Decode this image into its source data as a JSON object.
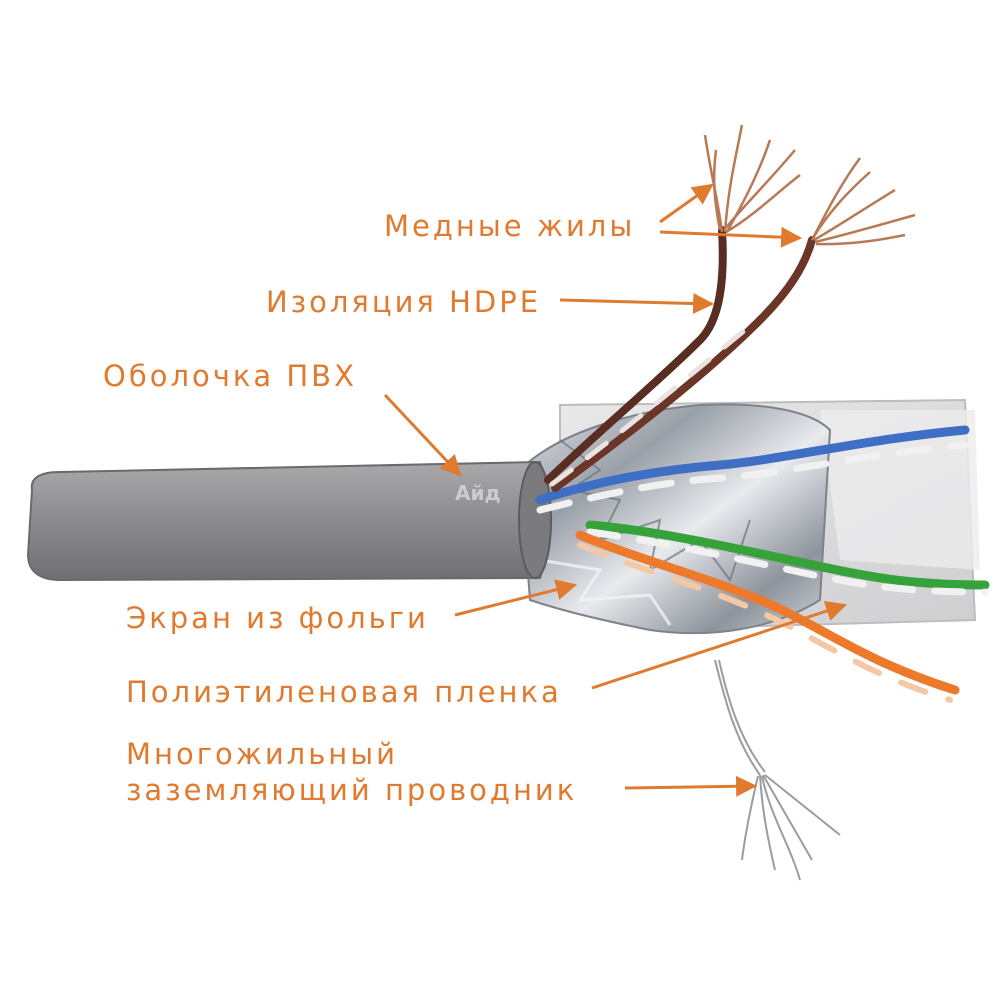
{
  "labels": {
    "copper_cores": "Медные жилы",
    "insulation": "Изоляция HDPE",
    "sheath": "Оболочка ПВХ",
    "foil_screen": "Экран из фольги",
    "pe_film": "Полиэтиленовая пленка",
    "drain_line1": "Многожильный",
    "drain_line2": "заземляющий проводник"
  },
  "watermark": "Айд",
  "colors": {
    "label": "#e07a2e",
    "arrow": "#e07a2e",
    "jacket": "#8d8d8f",
    "foil": "#bfc3c8",
    "pair_brown": "#5a2d22",
    "pair_blue": "#3f6fc4",
    "pair_green": "#36a23a",
    "pair_orange": "#ec7a2a"
  }
}
